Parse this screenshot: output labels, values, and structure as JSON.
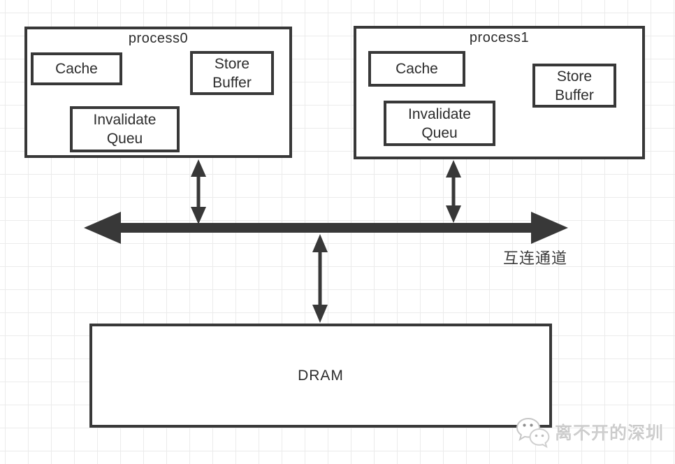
{
  "diagram": {
    "processes": [
      {
        "title": "process0",
        "cache_label": "Cache",
        "store_buffer_label": "Store Buffer",
        "invalidate_queue_label": "Invalidate Queu"
      },
      {
        "title": "process1",
        "cache_label": "Cache",
        "store_buffer_label": "Store Buffer",
        "invalidate_queue_label": "Invalidate Queu"
      }
    ],
    "bus_label": "互连通道",
    "dram_label": "DRAM",
    "watermark_text": "离不开的深圳",
    "icons": {
      "watermark": "wechat-chat-bubbles-icon"
    },
    "colors": {
      "line": "#383838",
      "text": "#2c2c2c",
      "grid": "#ebebeb",
      "background": "#ffffff",
      "watermark": "#d2d2d2"
    }
  }
}
